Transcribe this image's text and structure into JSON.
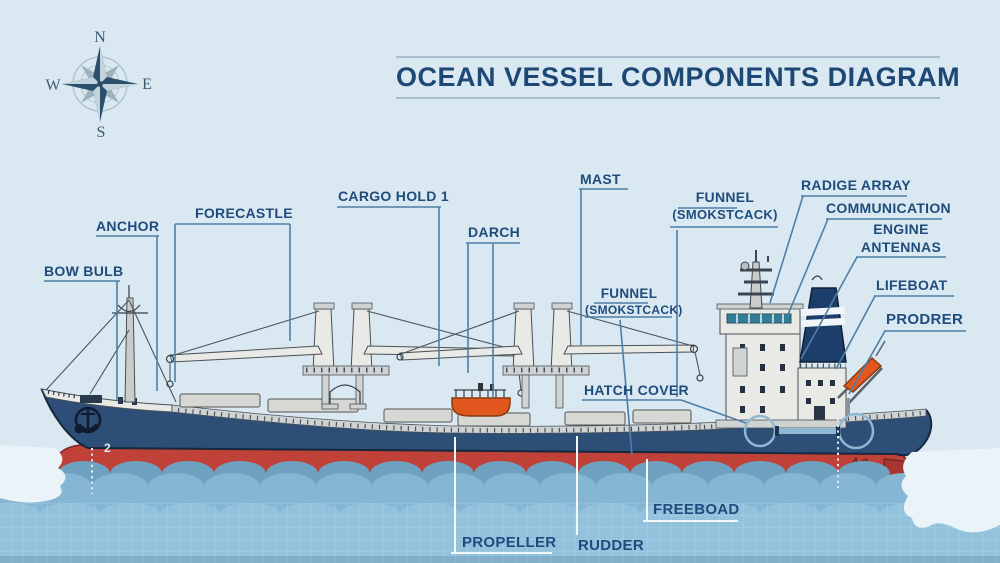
{
  "title": "OCEAN VESSEL COMPONENTS DIAGRAM",
  "compass": {
    "n": "N",
    "e": "E",
    "s": "S",
    "w": "W"
  },
  "labels": [
    {
      "id": "anchor",
      "text": "ANCHOR"
    },
    {
      "id": "bow_bulb",
      "text": "BOW BULB"
    },
    {
      "id": "forecastle",
      "text": "FORECASTLE"
    },
    {
      "id": "cargo_hold",
      "text": "CARGO HOLD 1"
    },
    {
      "id": "darch",
      "text": "DARCH"
    },
    {
      "id": "mast",
      "text": "MAST"
    },
    {
      "id": "funnel_top",
      "text": "FUNNEL",
      "text2": "(SMOKSTCACK)"
    },
    {
      "id": "funnel_mid",
      "text": "FUNNEL",
      "text2": "(SMOKSTCACK)"
    },
    {
      "id": "hatch_cover",
      "text": "HATCH COVER"
    },
    {
      "id": "radige_array",
      "text": "RADIGE ARRAY"
    },
    {
      "id": "communication",
      "text": "COMMUNICATION"
    },
    {
      "id": "engine_antennas",
      "text": "ENGINE",
      "text2": "ANTENNAS"
    },
    {
      "id": "lifeboat",
      "text": "LIFEBOAT"
    },
    {
      "id": "prodrer",
      "text": "PRODRER"
    },
    {
      "id": "freeboad",
      "text": "FREEBOAD"
    },
    {
      "id": "propeller",
      "text": "PROPELLER"
    },
    {
      "id": "rudder",
      "text": "RUDDER"
    }
  ],
  "ship_marks": {
    "bow_draft": "2"
  },
  "colors": {
    "background": "#d9e8f1",
    "title": "#1d4775",
    "label": "#1f4c7c",
    "leader": "#4e7ea6",
    "leader_light": "#f2f7fa",
    "hull_navy": "#2c4e77",
    "hull_red": "#bf4138",
    "hull_red_dark": "#a83632",
    "water": "#85b6d3",
    "water_dark": "#6fa2c0",
    "water_light": "#93c2dc",
    "foam": "#e9f3f8",
    "structure": "#e9e9e6",
    "structure_shadow": "#cfd3d2",
    "funnel": "#1d3e6b",
    "orange": "#e2571f",
    "window_teal": "#2f7e96",
    "compass": "#2b4f6d"
  }
}
